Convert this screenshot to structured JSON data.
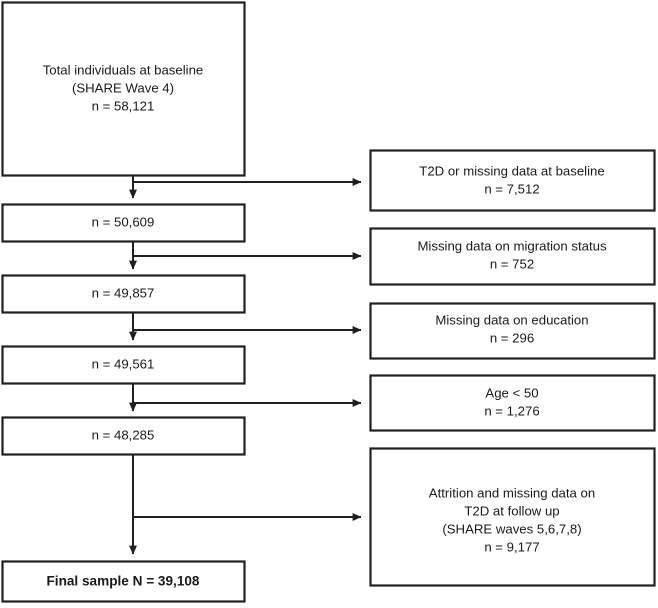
{
  "diagram": {
    "type": "participant-flow-diagram",
    "title": "",
    "colors": {
      "box_border": "#231f20",
      "box_fill": "#ffffff",
      "connector": "#231f20",
      "text": "#1a1a1a",
      "background": "#ffffff"
    },
    "main_nodes": [
      {
        "id": "baseline",
        "bold": false,
        "lines": [
          "Total individuals at baseline",
          "(SHARE Wave 4)",
          "n = 58,121"
        ]
      },
      {
        "id": "after-t2d",
        "bold": false,
        "lines": [
          "n = 50,609"
        ]
      },
      {
        "id": "after-migration",
        "bold": false,
        "lines": [
          "n = 49,857"
        ]
      },
      {
        "id": "after-education",
        "bold": false,
        "lines": [
          "n = 49,561"
        ]
      },
      {
        "id": "after-age",
        "bold": false,
        "lines": [
          "n = 48,285"
        ]
      },
      {
        "id": "final-sample",
        "bold": true,
        "lines": [
          "Final sample N = 39,108"
        ]
      }
    ],
    "exclusion_nodes": [
      {
        "id": "excl-t2d-baseline",
        "lines": [
          "T2D or missing data at baseline",
          "n =  7,512"
        ]
      },
      {
        "id": "excl-migration",
        "lines": [
          "Missing data on migration status",
          "n = 752"
        ]
      },
      {
        "id": "excl-education",
        "lines": [
          "Missing data on education",
          "n = 296"
        ]
      },
      {
        "id": "excl-age",
        "lines": [
          "Age < 50",
          "n = 1,276"
        ]
      },
      {
        "id": "excl-attrition",
        "lines": [
          "Attrition and missing data on",
          "T2D at follow up",
          "(SHARE waves 5,6,7,8)",
          "n = 9,177"
        ]
      }
    ]
  }
}
